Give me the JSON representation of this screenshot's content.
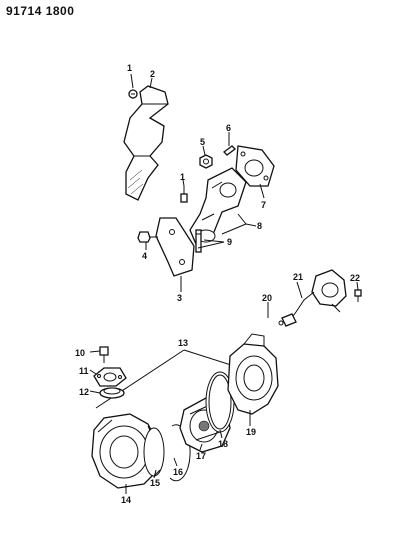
{
  "document": {
    "id": "91714 1800"
  },
  "callouts": [
    "1",
    "2",
    "5",
    "6",
    "1",
    "7",
    "8",
    "9",
    "4",
    "3",
    "20",
    "21",
    "22",
    "10",
    "13",
    "11",
    "12",
    "14",
    "15",
    "16",
    "17",
    "18",
    "19"
  ]
}
